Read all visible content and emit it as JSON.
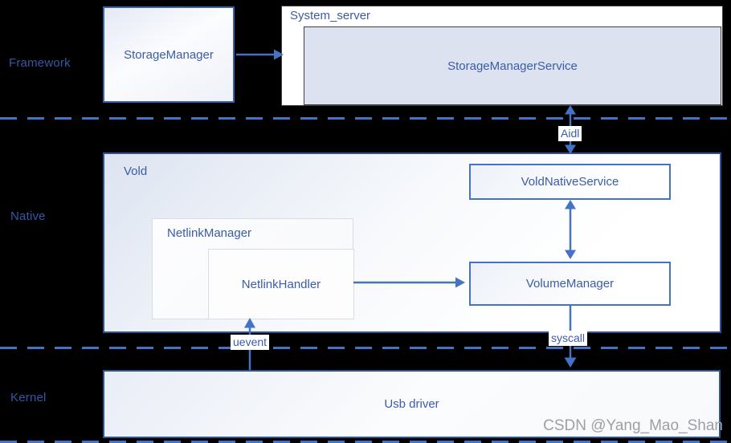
{
  "diagram": {
    "layers": {
      "framework": "Framework",
      "native": "Native",
      "kernel": "Kernel"
    },
    "framework": {
      "storage_manager": "StorageManager",
      "system_server": "System_server",
      "storage_manager_service": "StorageManagerService"
    },
    "native": {
      "vold": "Vold",
      "netlink_manager": "NetlinkManager",
      "netlink_handler": "NetlinkHandler",
      "vold_native_service": "VoldNativeService",
      "volume_manager": "VolumeManager"
    },
    "kernel": {
      "usb_driver": "Usb driver"
    },
    "arrow_labels": {
      "aidl": "Aidl",
      "uevent": "uevent",
      "syscall": "syscall"
    },
    "watermark": "CSDN @Yang_Mao_Shan",
    "colors": {
      "accent_blue": "#4472C4",
      "dark_border_blue": "#2F5496",
      "text_blue": "#3B5CA8",
      "lavender_fill": "#DCE2F0",
      "watermark_gray": "#A0A0A2"
    }
  }
}
